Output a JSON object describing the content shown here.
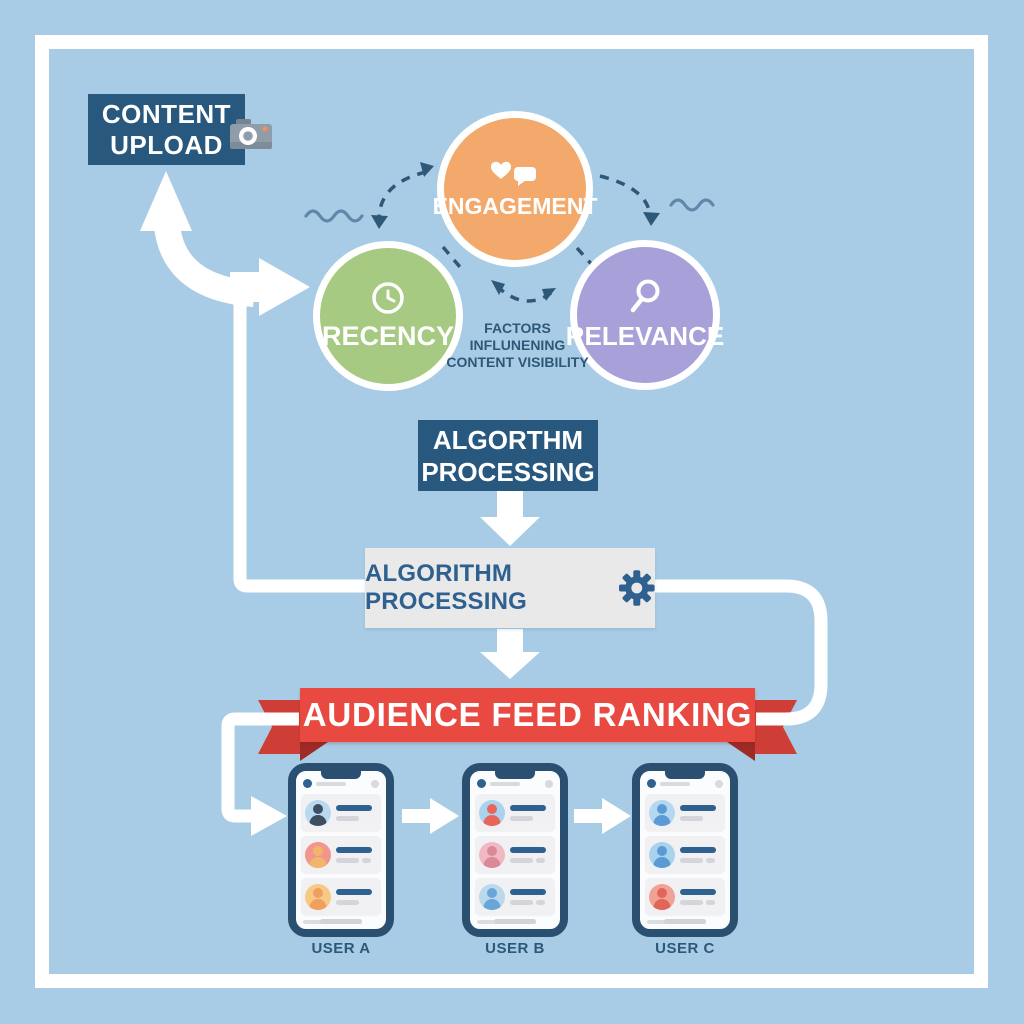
{
  "diagram": {
    "content_upload": {
      "lines": [
        "CONTENT",
        "UPLOAD"
      ],
      "icon": "camera-icon",
      "bg": "#29587e"
    },
    "factors": {
      "caption_lines": [
        "FACTORS",
        "INFLUNENING",
        "CONTENT VISIBILITY"
      ],
      "circles": [
        {
          "label": "ENGAGEMENT",
          "icon": "heart-comment-icon",
          "color": "#f2a96b"
        },
        {
          "label": "RECENCY",
          "icon": "clock-icon",
          "color": "#a6ca81"
        },
        {
          "label": "RELEVANCE",
          "icon": "magnifier-icon",
          "color": "#a8a0d8"
        }
      ]
    },
    "algorithm_box": {
      "lines": [
        "ALGORTHM",
        "PROCESSING"
      ],
      "bg": "#29587e"
    },
    "algorithm_bar": {
      "label": "ALGORITHM PROCESSING",
      "icon": "gear-icon",
      "bg": "#e9e9ea",
      "text_color": "#2e6090"
    },
    "ribbon": {
      "label": "AUDIENCE FEED RANKING",
      "color": "#e84a42"
    },
    "users": [
      {
        "label": "USER A",
        "cards": [
          {
            "bg": "#b9d9ef",
            "fg": "#3c4e60"
          },
          {
            "bg": "#f2958d",
            "fg": "#f0b66a"
          },
          {
            "bg": "#f6c984",
            "fg": "#ef9f5e"
          }
        ]
      },
      {
        "label": "USER B",
        "cards": [
          {
            "bg": "#a9d3ee",
            "fg": "#e8655c"
          },
          {
            "bg": "#f0b9c4",
            "fg": "#d98a96"
          },
          {
            "bg": "#bcd9ec",
            "fg": "#6aa5d8"
          }
        ]
      },
      {
        "label": "USER C",
        "cards": [
          {
            "bg": "#b5d8f0",
            "fg": "#5b9bd5"
          },
          {
            "bg": "#a9d2ec",
            "fg": "#5b9bd5"
          },
          {
            "bg": "#f0a296",
            "fg": "#e2655a"
          }
        ]
      }
    ]
  }
}
